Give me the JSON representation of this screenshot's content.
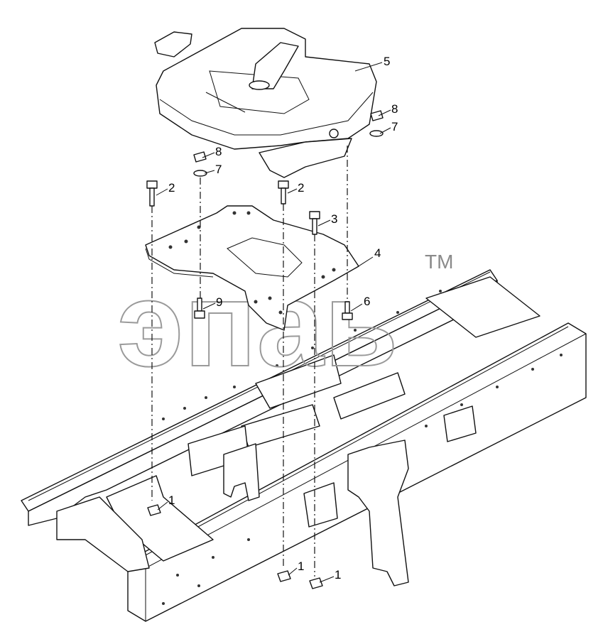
{
  "watermark": {
    "text": "эпаь",
    "trademark": "TM"
  },
  "callouts": [
    {
      "id": "c5",
      "label": "5"
    },
    {
      "id": "c8a",
      "label": "8"
    },
    {
      "id": "c7a",
      "label": "7"
    },
    {
      "id": "c8b",
      "label": "8"
    },
    {
      "id": "c7b",
      "label": "7"
    },
    {
      "id": "c2a",
      "label": "2"
    },
    {
      "id": "c2b",
      "label": "2"
    },
    {
      "id": "c3",
      "label": "3"
    },
    {
      "id": "c4",
      "label": "4"
    },
    {
      "id": "c9",
      "label": "9"
    },
    {
      "id": "c6",
      "label": "6"
    },
    {
      "id": "c1a",
      "label": "1"
    },
    {
      "id": "c1b",
      "label": "1"
    },
    {
      "id": "c1c",
      "label": "1"
    }
  ],
  "colors": {
    "line": "#111111",
    "watermark": "#9a9a9a",
    "background": "#ffffff"
  }
}
